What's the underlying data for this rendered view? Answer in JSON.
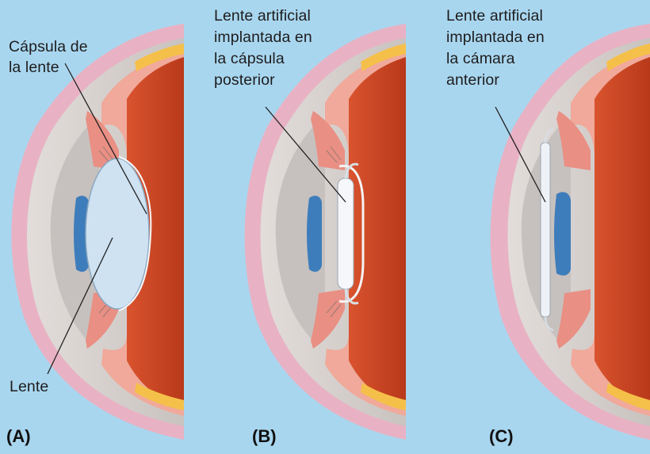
{
  "panels": [
    {
      "letter": "(A)",
      "labels": {
        "capsule": [
          "Cápsula de",
          "la lente"
        ],
        "lens": "Lente"
      }
    },
    {
      "letter": "(B)",
      "labels": {
        "implant": [
          "Lente artificial",
          "implantada en",
          "la cápsula",
          "posterior"
        ]
      }
    },
    {
      "letter": "(C)",
      "labels": {
        "implant": [
          "Lente artificial",
          "implantada en",
          "la cámara",
          "anterior"
        ]
      }
    }
  ],
  "colors": {
    "background": "#a9d6ef",
    "sclera": "#d6d0cc",
    "cornea_chamber": "#c8c3c0",
    "iris": "#3e7dbb",
    "ciliary_tissue": "#e98f84",
    "choroid": "#f2b6a6",
    "retina_deep": "#c8421e",
    "outer_sheath": "#eab4c8",
    "fat_pad": "#f5c04a",
    "lens": "#cfe2f2"
  }
}
